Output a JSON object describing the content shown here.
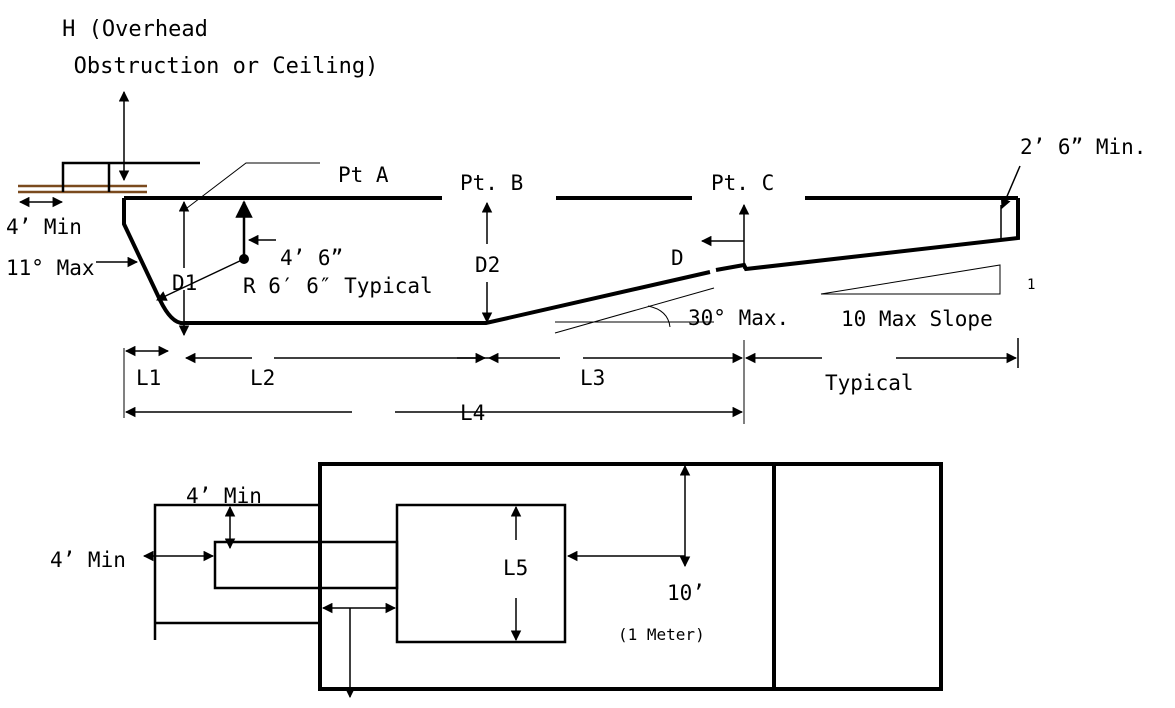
{
  "diagram": {
    "colors": {
      "ink": "#000000",
      "board": "#7a4a1e",
      "background": "#ffffff"
    },
    "elevation": {
      "overhead_label_line1": "H (Overhead",
      "overhead_label_line2": "Obstruction or Ceiling)",
      "point_a": "Pt A",
      "point_b": "Pt. B",
      "point_c": "Pt. C",
      "min_clearance_end": "2’ 6”  Min.",
      "board_setback": "4’ Min",
      "wall_angle": "11° Max",
      "radius_offset": "4’ 6”",
      "radius_label": "R 6′ 6″ Typical",
      "depth_1": "D1",
      "depth_2": "D2",
      "depth_shallow": "D",
      "transition_angle": "30° Max.",
      "slope_label": "10 Max Slope",
      "slope_rise": "1",
      "length_1": "L1",
      "length_2": "L2",
      "length_3": "L3",
      "length_4": "L4",
      "typical_label": "Typical"
    },
    "plan": {
      "board_side_clearance": "4’ Min",
      "board_end_clearance": "4’ Min",
      "length_5": "L5",
      "side_clearance_value": "10’",
      "side_clearance_metric": "(1 Meter)"
    }
  }
}
